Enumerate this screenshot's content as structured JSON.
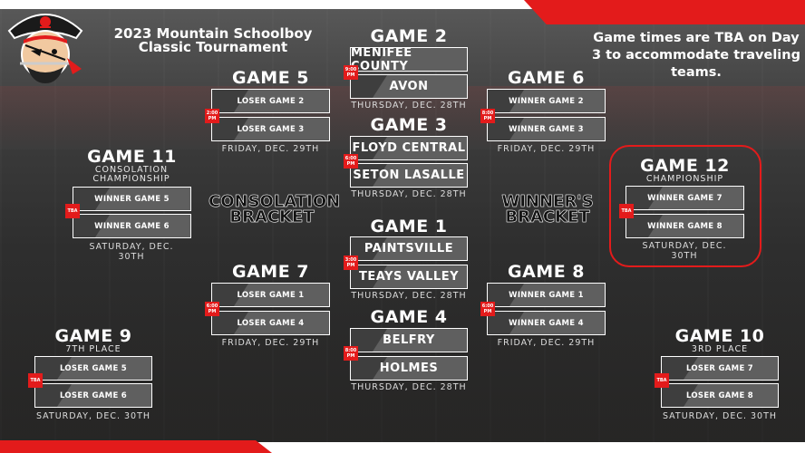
{
  "title": "2023 Mountain Schoolboy Classic Tournament",
  "note": "Game times are TBA on Day 3 to accommodate traveling teams.",
  "labels": {
    "consolation": "CONSOLATION BRACKET",
    "winners": "WINNER'S BRACKET"
  },
  "colors": {
    "accent": "#e31b1b",
    "slot": "#5f5f5f",
    "text": "#ffffff"
  },
  "icons": {
    "logo": "pirate-mascot-logo"
  },
  "games": {
    "g2": {
      "title": "GAME 2",
      "time": "9:00 PM",
      "teams": [
        "MENIFEE COUNTY",
        "AVON"
      ],
      "date": "THURSDAY, DEC. 28TH"
    },
    "g3": {
      "title": "GAME 3",
      "time": "6:00 PM",
      "teams": [
        "FLOYD CENTRAL",
        "SETON LASALLE"
      ],
      "date": "THURSDAY, DEC. 28TH"
    },
    "g1": {
      "title": "GAME 1",
      "time": "3:00 PM",
      "teams": [
        "PAINTSVILLE",
        "TEAYS VALLEY"
      ],
      "date": "THURSDAY, DEC. 28TH"
    },
    "g4": {
      "title": "GAME 4",
      "time": "8:00 PM",
      "teams": [
        "BELFRY",
        "HOLMES"
      ],
      "date": "THURSDAY, DEC. 28TH"
    },
    "g5": {
      "title": "GAME 5",
      "time": "2:00 PM",
      "teams": [
        "LOSER GAME 2",
        "LOSER GAME 3"
      ],
      "date": "FRIDAY, DEC. 29TH"
    },
    "g6": {
      "title": "GAME 6",
      "time": "8:00 PM",
      "teams": [
        "WINNER GAME 2",
        "WINNER GAME 3"
      ],
      "date": "FRIDAY, DEC. 29TH"
    },
    "g7": {
      "title": "GAME 7",
      "time": "6:00 PM",
      "teams": [
        "LOSER GAME 1",
        "LOSER GAME 4"
      ],
      "date": "FRIDAY, DEC. 29TH"
    },
    "g8": {
      "title": "GAME 8",
      "time": "6:00 PM",
      "teams": [
        "WINNER GAME 1",
        "WINNER GAME 4"
      ],
      "date": "FRIDAY, DEC. 29TH"
    },
    "g11": {
      "title": "GAME 11",
      "sub": "CONSOLATION CHAMPIONSHIP",
      "time": "TBA",
      "teams": [
        "WINNER GAME 5",
        "WINNER GAME 6"
      ],
      "date": "SATURDAY, DEC. 30TH"
    },
    "g12": {
      "title": "GAME 12",
      "sub": "CHAMPIONSHIP",
      "time": "TBA",
      "teams": [
        "WINNER GAME 7",
        "WINNER GAME 8"
      ],
      "date": "SATURDAY, DEC. 30TH"
    },
    "g9": {
      "title": "GAME 9",
      "sub": "7TH PLACE",
      "time": "TBA",
      "teams": [
        "LOSER GAME 5",
        "LOSER GAME 6"
      ],
      "date": "SATURDAY, DEC. 30TH"
    },
    "g10": {
      "title": "GAME 10",
      "sub": "3RD PLACE",
      "time": "TBA",
      "teams": [
        "LOSER GAME 7",
        "LOSER GAME 8"
      ],
      "date": "SATURDAY, DEC. 30TH"
    }
  }
}
